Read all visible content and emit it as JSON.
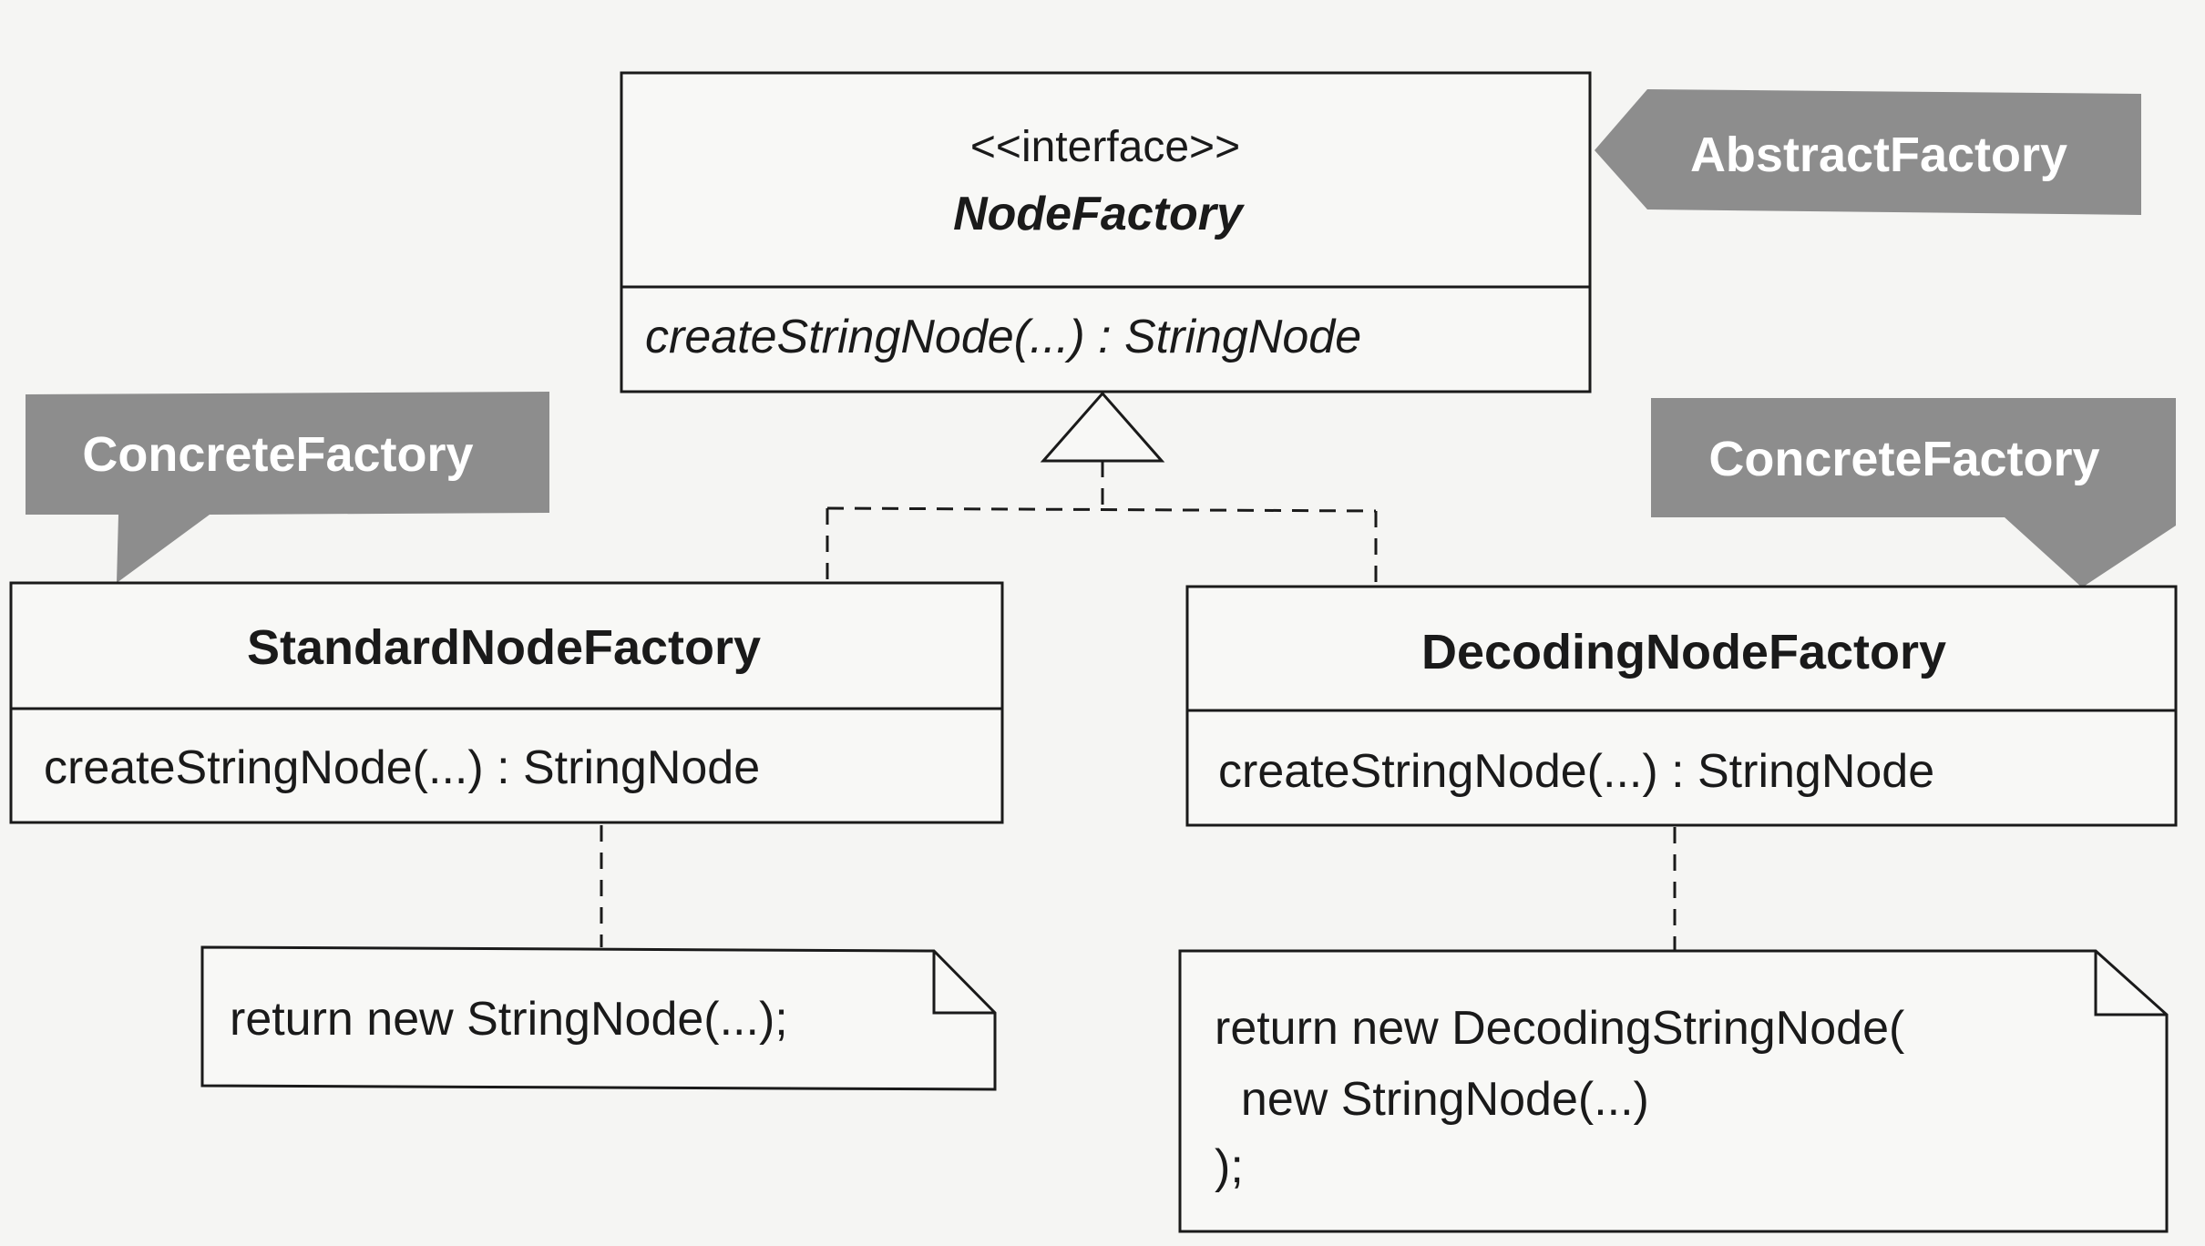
{
  "interface": {
    "stereotype": "<<interface>>",
    "name": "NodeFactory",
    "method": "createStringNode(...) : StringNode"
  },
  "tags": {
    "abstract_factory": "AbstractFactory",
    "concrete_factory_left": "ConcreteFactory",
    "concrete_factory_right": "ConcreteFactory"
  },
  "classes": [
    {
      "name": "StandardNodeFactory",
      "method": "createStringNode(...) : StringNode"
    },
    {
      "name": "DecodingNodeFactory",
      "method": "createStringNode(...) : StringNode"
    }
  ],
  "notes": {
    "standard": [
      "return new StringNode(...);"
    ],
    "decoding": [
      "return new DecodingStringNode(",
      "  new StringNode(...)",
      ");"
    ]
  },
  "colors": {
    "tag_fill": "#8d8d8d",
    "line": "#1a1a1a",
    "background": "#f5f5f3"
  }
}
